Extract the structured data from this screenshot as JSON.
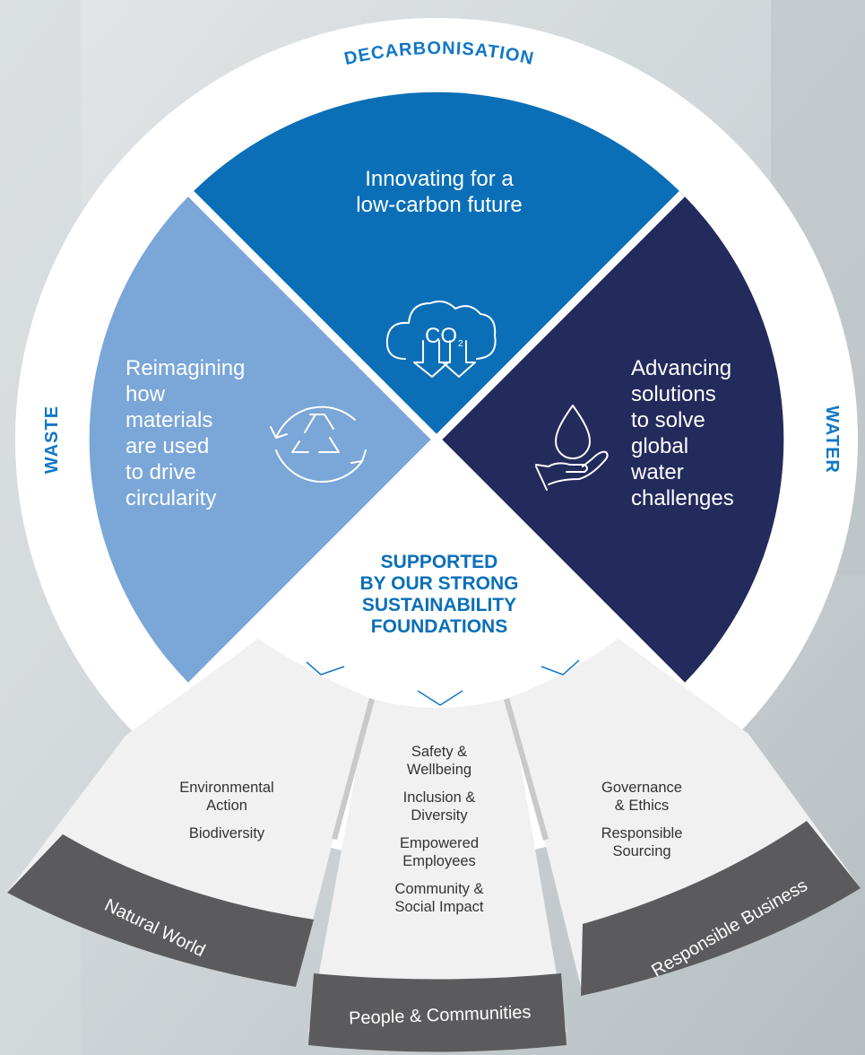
{
  "ring_labels": {
    "top": "DECARBONISATION",
    "left": "WASTE",
    "right": "WATER"
  },
  "segments": {
    "top": {
      "text_lines": [
        "Innovating for a",
        "low-carbon future"
      ],
      "icon": "co2-cloud-icon"
    },
    "left": {
      "text_lines": [
        "Reimagining",
        "how",
        "materials",
        "are used",
        "to drive",
        "circularity"
      ],
      "icon": "recycle-icon"
    },
    "right": {
      "text_lines": [
        "Advancing",
        "solutions",
        "to solve",
        "global",
        "water",
        "challenges"
      ],
      "icon": "water-drop-hand-icon"
    }
  },
  "icons": {
    "co2_label": "CO",
    "co2_subscript": "2"
  },
  "center": {
    "lines": [
      "SUPPORTED",
      "BY OUR STRONG",
      "SUSTAINABILITY",
      "FOUNDATIONS"
    ]
  },
  "pillars": [
    {
      "label": "Natural World",
      "items": [
        [
          "Environmental",
          "Action"
        ],
        [
          "Biodiversity"
        ]
      ]
    },
    {
      "label": "People & Communities",
      "items": [
        [
          "Safety &",
          "Wellbeing"
        ],
        [
          "Inclusion &",
          "Diversity"
        ],
        [
          "Empowered",
          "Employees"
        ],
        [
          "Community &",
          "Social Impact"
        ]
      ]
    },
    {
      "label": "Responsible Business",
      "items": [
        [
          "Governance",
          "& Ethics"
        ],
        [
          "Responsible",
          "Sourcing"
        ]
      ]
    }
  ],
  "colors": {
    "top_segment": "#0b6fb8",
    "left_segment": "#7aa6d8",
    "right_segment": "#232a5c",
    "ring_text": "#1177c6",
    "pillar_panel": "#f1f1f1",
    "pillar_band": "#5b5b5d"
  }
}
